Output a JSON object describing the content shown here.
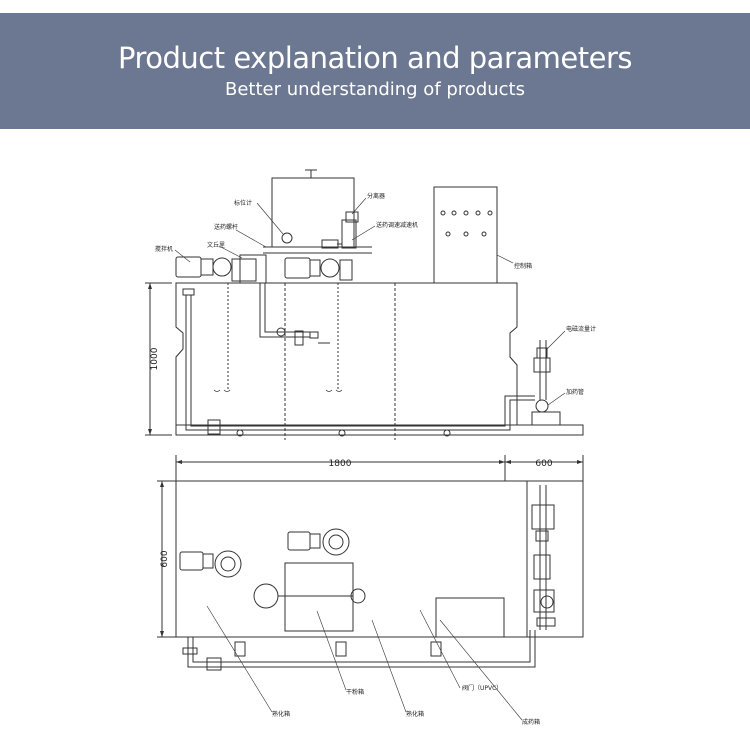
{
  "header": {
    "title": "Product explanation and parameters",
    "subtitle": "Better understanding of products"
  },
  "elevation": {
    "labels": {
      "level_gauge": "标位计",
      "mixer": "搅拌机",
      "venturi": "文丘里",
      "dosing_pump": "送药螺杆",
      "agitator": "分离器",
      "reducer": "送药调速减速机",
      "control_cabinet": "控制箱",
      "flow_meter": "电磁流量计",
      "dosing_valve": "加药管"
    },
    "height_dim": "1000"
  },
  "plan": {
    "width_main": "1800",
    "width_side": "600",
    "depth": "600",
    "labels": {
      "dry_box": "干粉箱",
      "valve": "阀门（UPVC）",
      "mix_tank_1": "熟化箱",
      "mix_tank_2": "熟化箱",
      "dosing_tank": "成药箱"
    }
  },
  "colors": {
    "banner": "#6c7791",
    "line": "#333333"
  }
}
